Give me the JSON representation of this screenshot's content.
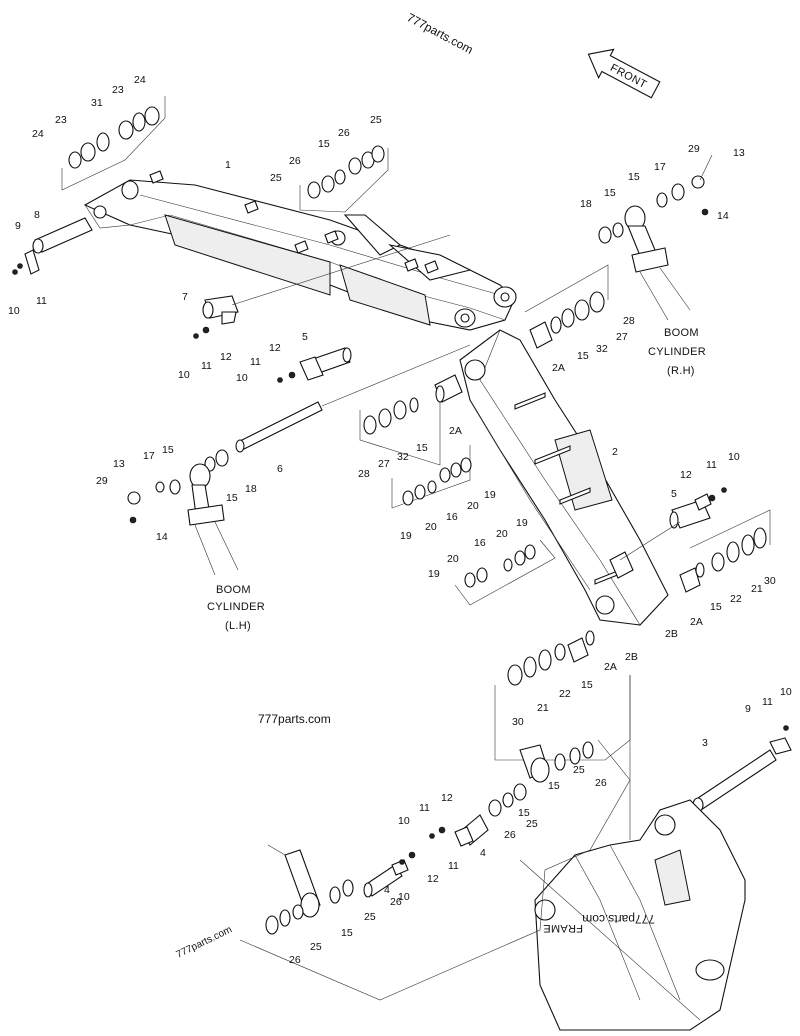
{
  "watermarks": [
    "777parts.com",
    "777parts.com",
    "777parts.com",
    "777parts.com"
  ],
  "front_arrow": "FRONT",
  "captions": {
    "boom_cyl_rh": [
      "BOOM",
      "CYLINDER",
      "(R.H)"
    ],
    "boom_cyl_lh": [
      "BOOM",
      "CYLINDER",
      "(L.H)"
    ],
    "frame": "FRAME"
  },
  "callouts": [
    "24",
    "23",
    "31",
    "23",
    "24",
    "1",
    "26",
    "15",
    "26",
    "25",
    "25",
    "8",
    "9",
    "11",
    "10",
    "7",
    "12",
    "11",
    "10",
    "5",
    "12",
    "11",
    "10",
    "6",
    "18",
    "15",
    "29",
    "13",
    "15",
    "17",
    "14",
    "28",
    "32",
    "27",
    "15",
    "2A",
    "28",
    "27",
    "32",
    "15",
    "2A",
    "19",
    "20",
    "16",
    "19",
    "20",
    "16",
    "20",
    "19",
    "19",
    "20",
    "2",
    "12",
    "11",
    "10",
    "5",
    "13",
    "17",
    "15",
    "29",
    "15",
    "18",
    "14",
    "30",
    "21",
    "22",
    "15",
    "2A",
    "2B",
    "2B",
    "2A",
    "15",
    "22",
    "21",
    "30",
    "9",
    "11",
    "10",
    "3",
    "25",
    "26",
    "15",
    "25",
    "26",
    "15",
    "12",
    "11",
    "10",
    "4",
    "12",
    "11",
    "10",
    "4",
    "26",
    "25",
    "15",
    "25",
    "26"
  ]
}
